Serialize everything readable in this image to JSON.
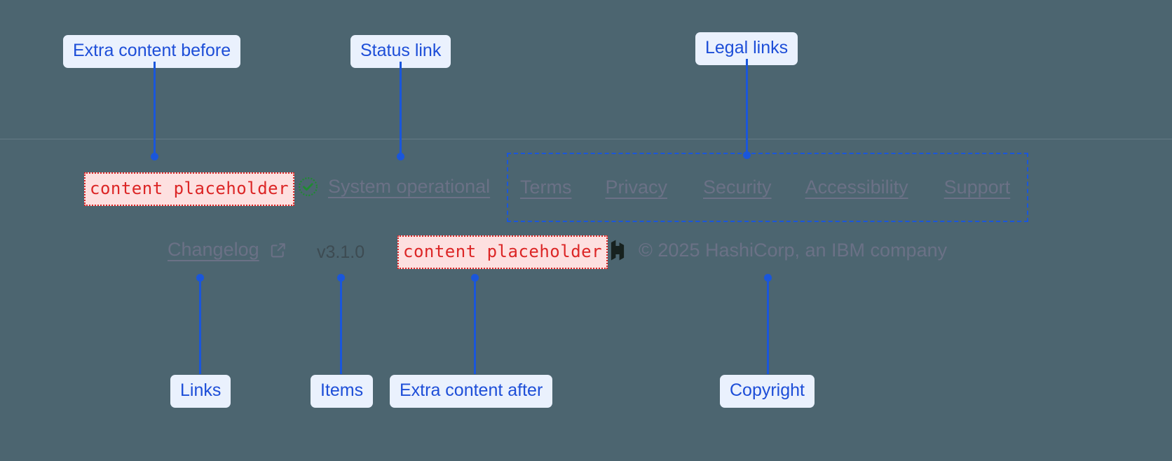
{
  "background_color": "#4c6570",
  "accent_color": "#1a56db",
  "placeholder_color": "#dc2626",
  "muted_text_color": "#6b7186",
  "status_ok_color": "#1f8a32",
  "annotations": {
    "top": [
      {
        "label": "Extra content before",
        "name": "annotation-extra-content-before"
      },
      {
        "label": "Status link",
        "name": "annotation-status-link"
      },
      {
        "label": "Legal links",
        "name": "annotation-legal-links"
      }
    ],
    "bottom": [
      {
        "label": "Links",
        "name": "annotation-links"
      },
      {
        "label": "Items",
        "name": "annotation-items"
      },
      {
        "label": "Extra content after",
        "name": "annotation-extra-content-after"
      },
      {
        "label": "Copyright",
        "name": "annotation-copyright"
      }
    ]
  },
  "footer": {
    "extra_content_before": "content placeholder",
    "extra_content_after": "content placeholder",
    "status": {
      "icon": "check-circle-icon",
      "label": "System operational"
    },
    "legal_links": [
      "Terms",
      "Privacy",
      "Security",
      "Accessibility",
      "Support"
    ],
    "changelog": {
      "label": "Changelog",
      "icon": "external-link-icon"
    },
    "version": "v3.1.0",
    "brand": {
      "icon": "hashicorp-logo-icon",
      "copyright": "© 2025 HashiCorp, an IBM company"
    }
  }
}
